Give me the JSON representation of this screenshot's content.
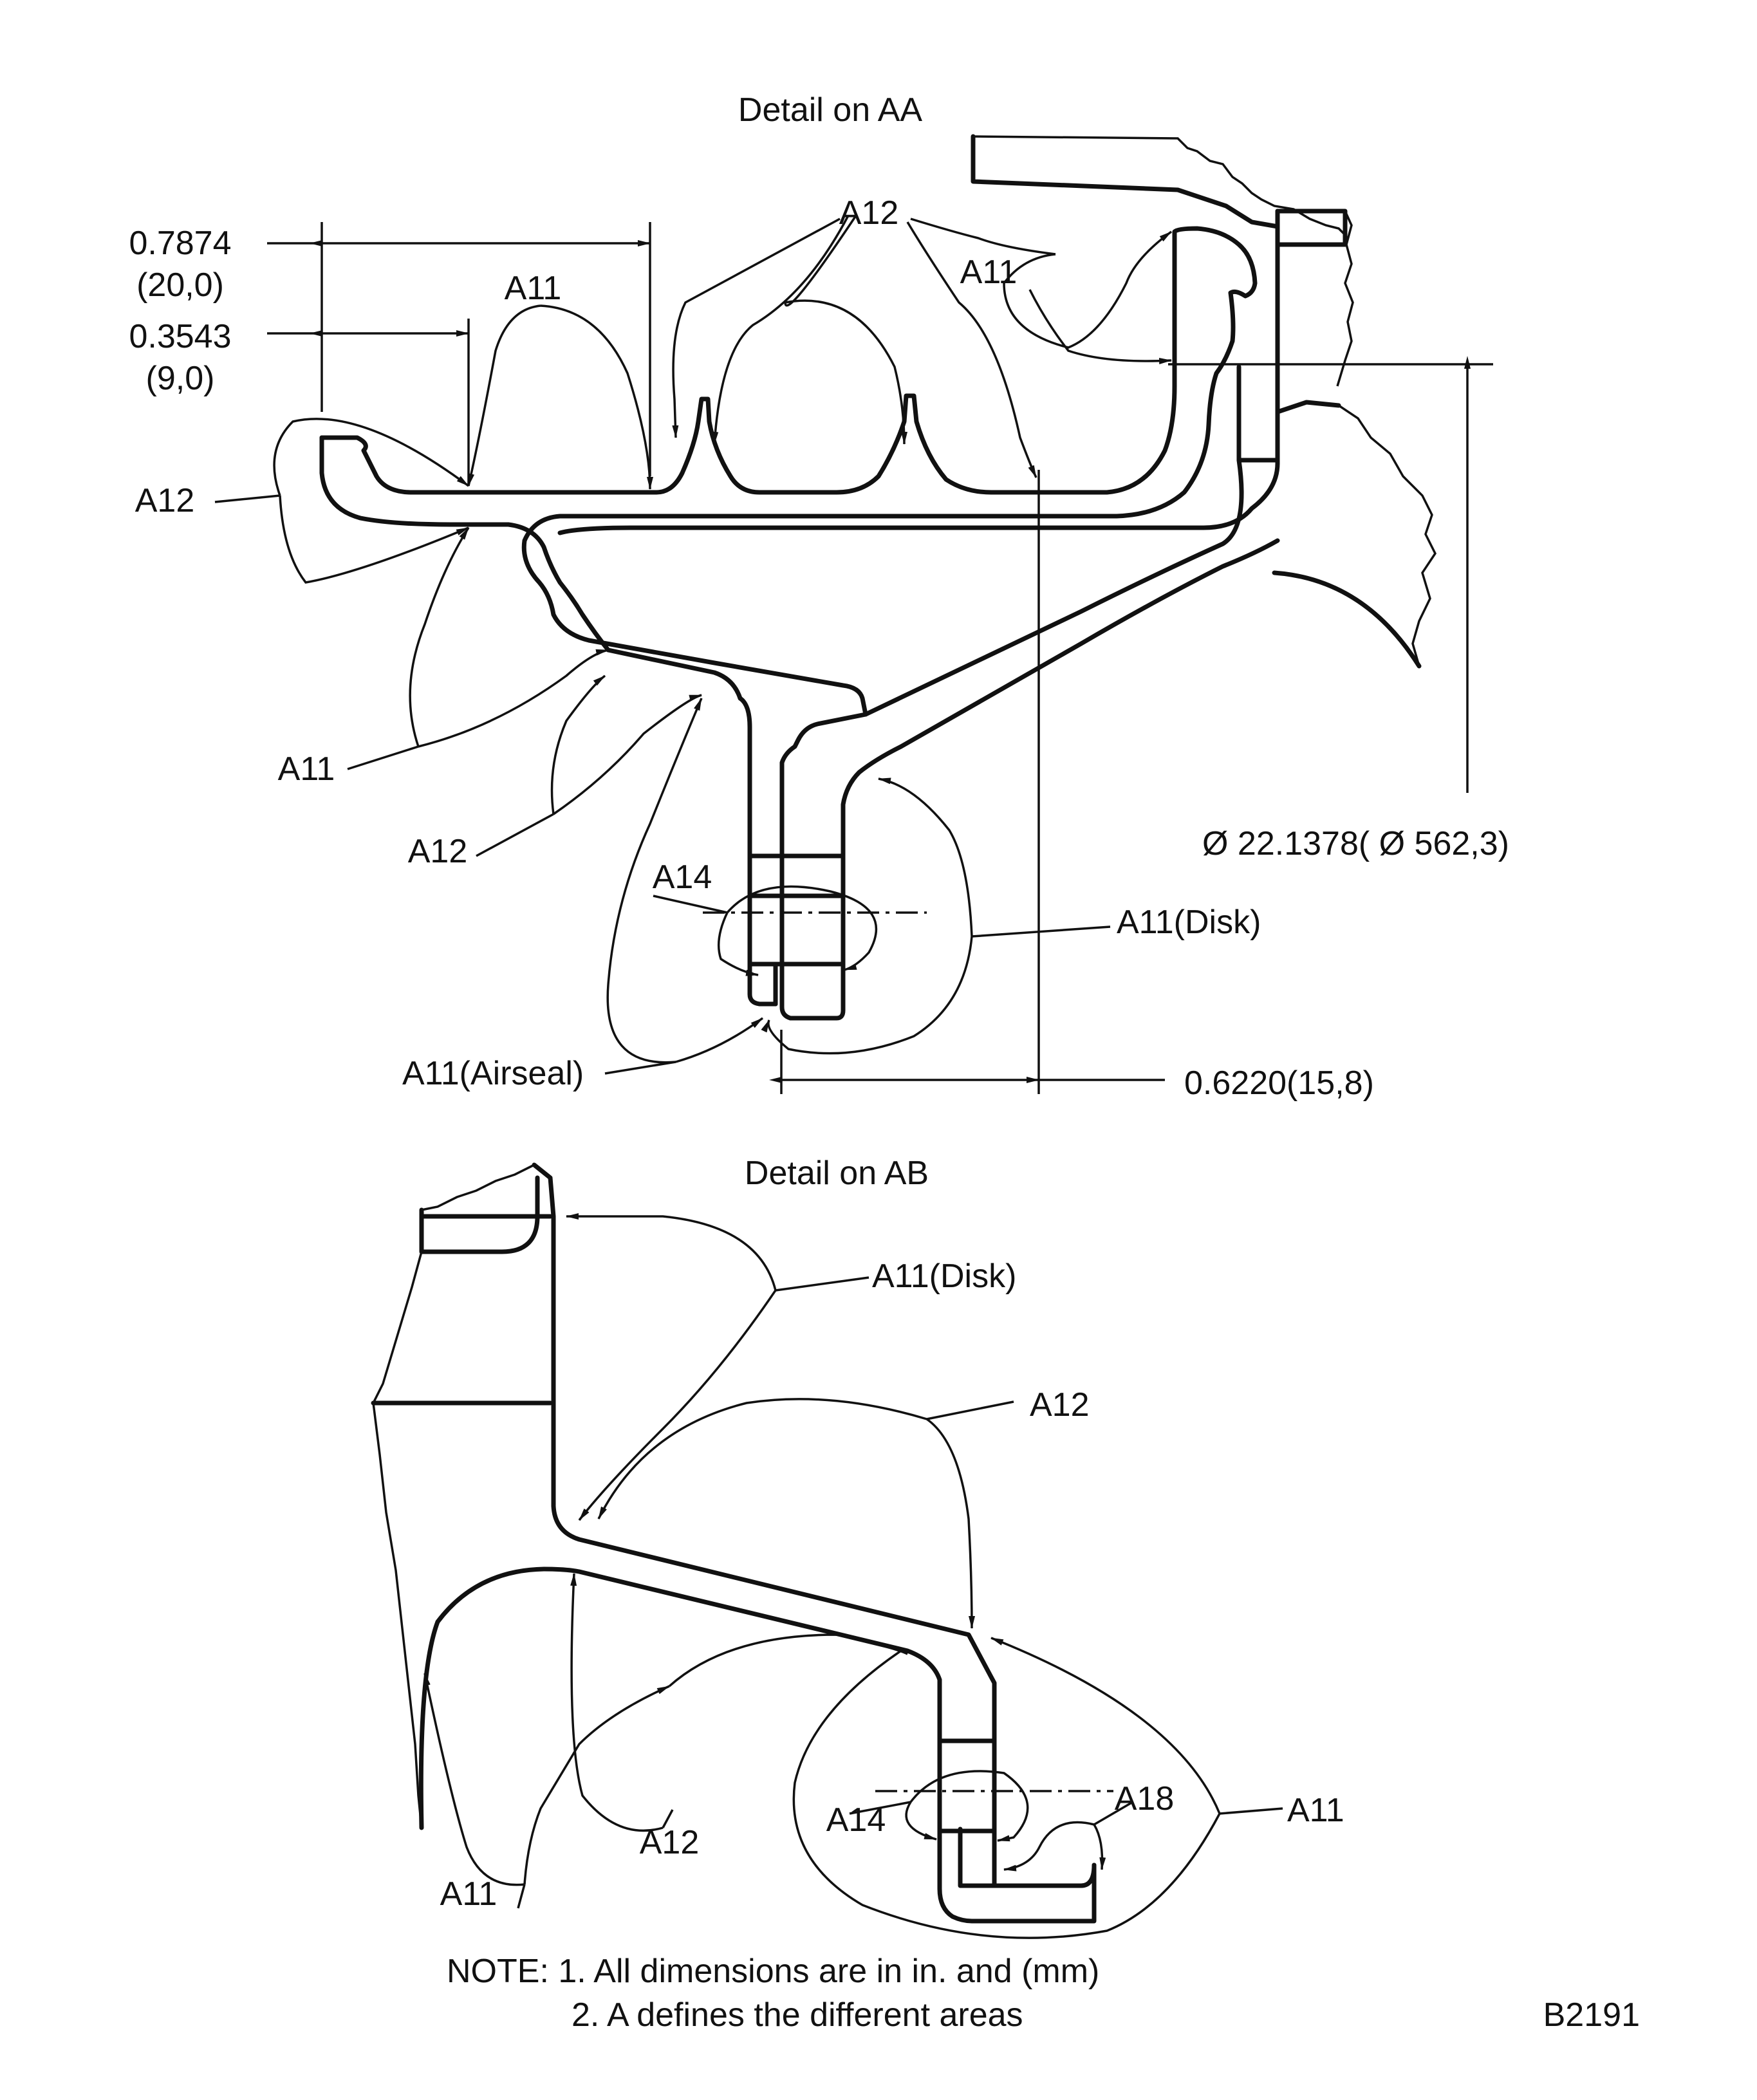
{
  "details": {
    "aa": {
      "title": "Detail on AA",
      "labels": {
        "a12_top": "A12",
        "a11_top_left": "A11",
        "a11_top_right": "A11",
        "a12_left": "A12",
        "a11_left": "A11",
        "a12_lower": "A12",
        "a14": "A14",
        "a11_disk": "A11(Disk)",
        "a11_airseal": "A11(Airseal)"
      },
      "dimensions": {
        "d1_in": "0.7874",
        "d1_mm": "(20,0)",
        "d2_in": "0.3543",
        "d2_mm": "(9,0)",
        "diameter": "Ø 22.1378( Ø 562,3)",
        "offset": "0.6220(15,8)"
      }
    },
    "ab": {
      "title": "Detail on AB",
      "labels": {
        "a11_disk": "A11(Disk)",
        "a12_upper": "A12",
        "a12_lower": "A12",
        "a11_left": "A11",
        "a14": "A14",
        "a18": "A18",
        "a11_right": "A11"
      }
    }
  },
  "note": {
    "line1": "NOTE: 1. All dimensions are in in. and (mm)",
    "line2": "2. A defines the different areas"
  },
  "figure_id": "B2191"
}
